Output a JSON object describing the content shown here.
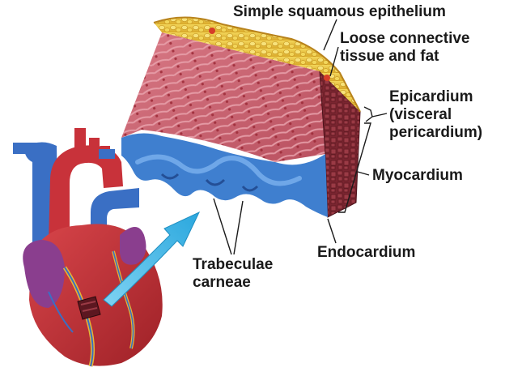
{
  "labels": {
    "simple_squamous": "Simple squamous epithelium",
    "loose_connective_1": "Loose connective",
    "loose_connective_2": "tissue and fat",
    "epicardium_1": "Epicardium",
    "epicardium_2": "(visceral",
    "epicardium_3": "pericardium)",
    "myocardium": "Myocardium",
    "endocardium": "Endocardium",
    "trabeculae_1": "Trabeculae",
    "trabeculae_2": "carneae"
  },
  "colors": {
    "fat_yellow": "#e8c33a",
    "muscle_pink": "#c9606f",
    "myocardium_dark": "#7a2530",
    "endocardium_blue": "#3f7fcf",
    "heart_red": "#c8323a",
    "vessel_blue": "#3a6fc4",
    "arrow_cyan": "#3db8e6"
  }
}
